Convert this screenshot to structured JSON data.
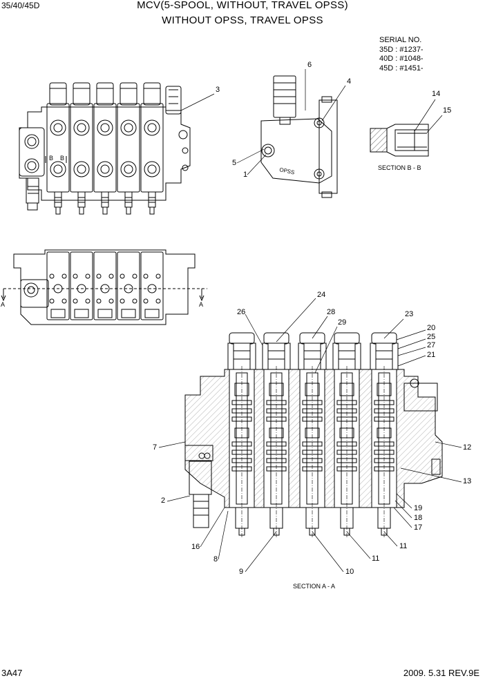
{
  "header": {
    "model": "35/40/45D",
    "title_line1": "MCV(5-SPOOL, WITHOUT, TRAVEL OPSS)",
    "title_line2": "WITHOUT OPSS, TRAVEL OPSS"
  },
  "serial": {
    "heading": "SERIAL NO.",
    "rows": [
      "35D : #1237-",
      "40D : #1048-",
      "45D : #1451-"
    ]
  },
  "views": {
    "section_bb": "SECTION B - B",
    "section_aa": "SECTION A - A",
    "cut_a": "A",
    "cut_b": "B"
  },
  "part_callouts": [
    "1",
    "2",
    "3",
    "4",
    "5",
    "6",
    "7",
    "8",
    "9",
    "10",
    "11",
    "11",
    "12",
    "13",
    "14",
    "15",
    "16",
    "17",
    "18",
    "19",
    "20",
    "21",
    "23",
    "24",
    "25",
    "26",
    "27",
    "28",
    "29"
  ],
  "footer": {
    "page_code": "3A47",
    "date_rev": "2009. 5.31  REV.9E"
  },
  "colors": {
    "line": "#000000",
    "background": "#ffffff"
  }
}
